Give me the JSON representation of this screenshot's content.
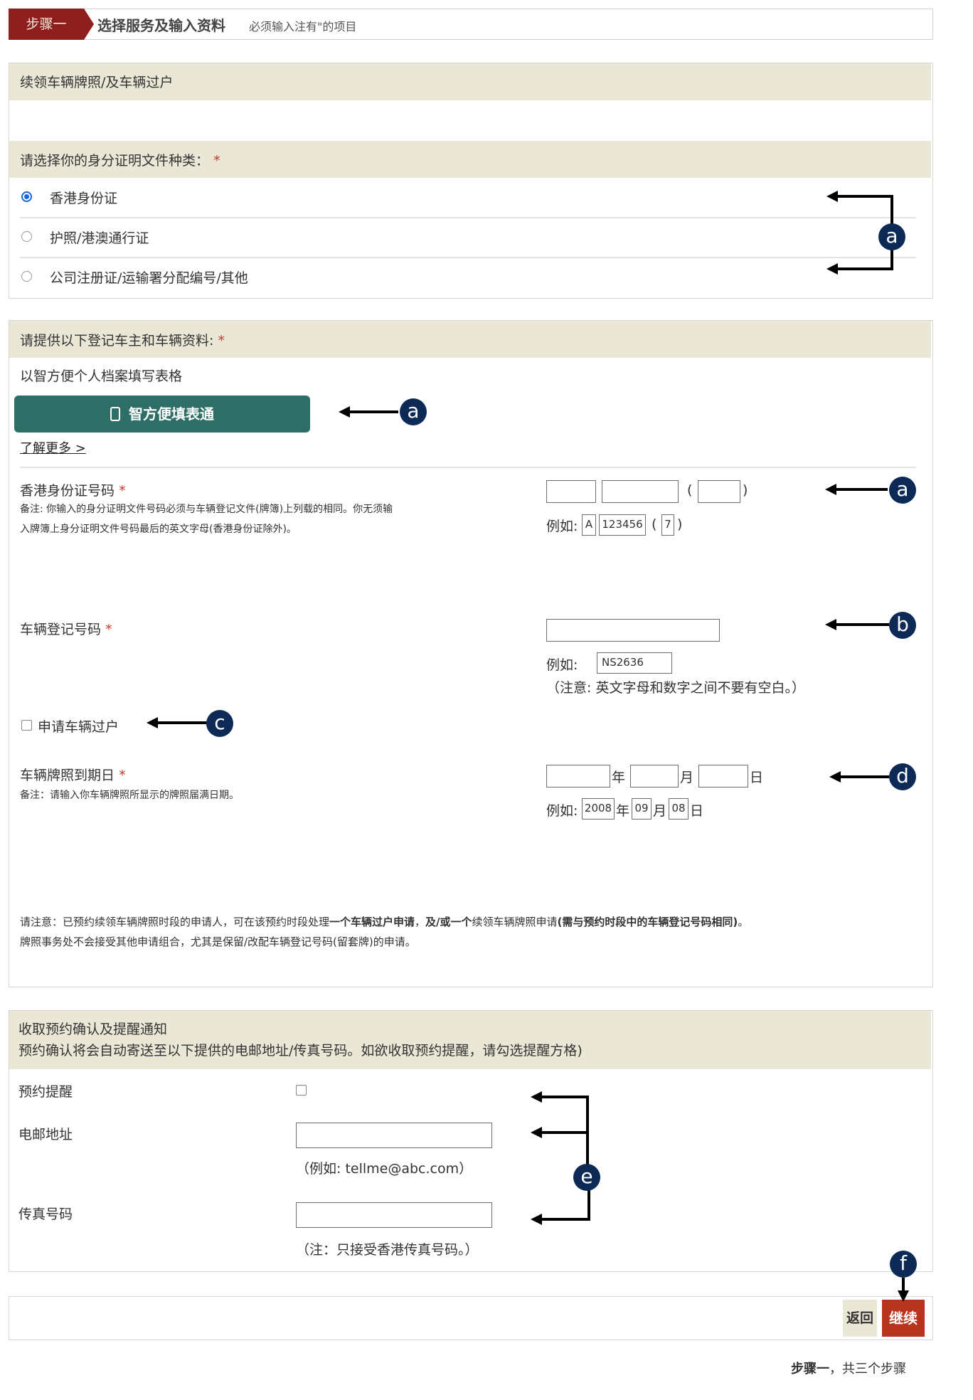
{
  "step": {
    "tag": "步骤一",
    "title": "选择服务及输入资料",
    "note": "必须输入注有\"的项目"
  },
  "service_title": "续领车辆牌照/及车辆过户",
  "id_type": {
    "heading": "请选择你的身分证明文件种类：",
    "required_mark": "*",
    "options": [
      "香港身份证",
      "护照/港澳通行证",
      "公司注册证/运输署分配编号/其他"
    ]
  },
  "owner": {
    "heading": "请提供以下登记车主和车辆资料:",
    "required_mark": "*",
    "profile_hint": "以智方便个人档案填写表格",
    "smart_button": "智方便填表通",
    "learn_more": "了解更多 >",
    "hkid": {
      "label": "香港身份证号码",
      "note_line1": "备注: 你输入的身分证明文件号码必须与车辆登记文件(牌簿)上列载的相同。你无须输",
      "note_line2": "入牌簿上身分证明文件号码最后的英文字母(香港身份证除外)。",
      "open_paren": "(",
      "close_paren": ")",
      "example_label": "例如:",
      "example_letter": "A",
      "example_digits": "123456",
      "example_check": "7"
    },
    "reg_no": {
      "label": "车辆登记号码",
      "example_label": "例如:",
      "example_value": "NS2636",
      "note": "（注意: 英文字母和数字之间不要有空白。）"
    },
    "transfer_checkbox": "申请车辆过户",
    "expiry": {
      "label": "车辆牌照到期日",
      "note": "备注：请输入你车辆牌照所显示的牌照届满日期。",
      "year": "年",
      "month": "月",
      "day": "日",
      "example_label": "例如:",
      "example_year": "2008",
      "example_month": "09",
      "example_day": "08"
    },
    "notice_line1_a": "请注意：已预约续领车辆牌照时段的申请人，可在该预约时段处理",
    "notice_line1_b": "一个车辆过户申请",
    "notice_line1_c": "，",
    "notice_line1_d": "及/或一个",
    "notice_line1_e": "续领车辆牌照申请",
    "notice_line1_f": "(需与预约时段中的车辆登记号码相同)",
    "notice_line1_g": "。",
    "notice_line2": "牌照事务处不会接受其他申请组合，尤其是保留/改配车辆登记号码(留套牌)的申请。"
  },
  "notify": {
    "heading_line1": "收取预约确认及提醒通知",
    "heading_line2": "预约确认将会自动寄送至以下提供的电邮地址/传真号码。如欲收取预约提醒，请勾选提醒方格)",
    "reminder_label": "预约提醒",
    "email_label": "电邮地址",
    "email_example": "（例如: tellme@abc.com）",
    "fax_label": "传真号码",
    "fax_note": "（注：只接受香港传真号码。）"
  },
  "buttons": {
    "back": "返回",
    "continue": "继续"
  },
  "footer": {
    "step_bold": "步骤一",
    "step_rest": "，共三个步骤"
  },
  "annotations": {
    "a": "a",
    "b": "b",
    "c": "c",
    "d": "d",
    "e": "e",
    "f": "f"
  },
  "colors": {
    "step_tag": "#8f1f1f",
    "band": "#ebe7d6",
    "smart_button": "#2e6e66",
    "continue": "#b8341e",
    "badge": "#0d2a57"
  }
}
